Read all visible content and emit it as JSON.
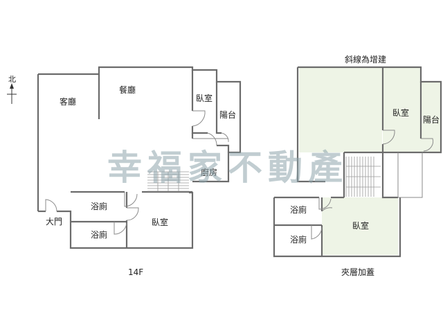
{
  "compass": {
    "label": "北"
  },
  "watermark": "幸福家不動產",
  "floor_14f": {
    "caption": "14F",
    "rooms": {
      "living": "客廳",
      "dining": "餐廳",
      "bedroom_top": "臥室",
      "balcony": "陽台",
      "kitchen": "廚房",
      "bath_1": "浴廁",
      "bath_2": "浴廁",
      "bedroom_bottom": "臥室",
      "entrance": "大門"
    }
  },
  "floor_mezzanine": {
    "caption": "夾層加蓋",
    "note": "斜線為增建",
    "rooms": {
      "bedroom_top": "臥室",
      "balcony": "陽台",
      "bath_1": "浴廁",
      "bath_2": "浴廁",
      "bedroom_bottom": "臥室"
    }
  },
  "colors": {
    "wall": "#6b6b6b",
    "extension_fill": "#eef4e6",
    "watermark": "#8fa6ad"
  }
}
